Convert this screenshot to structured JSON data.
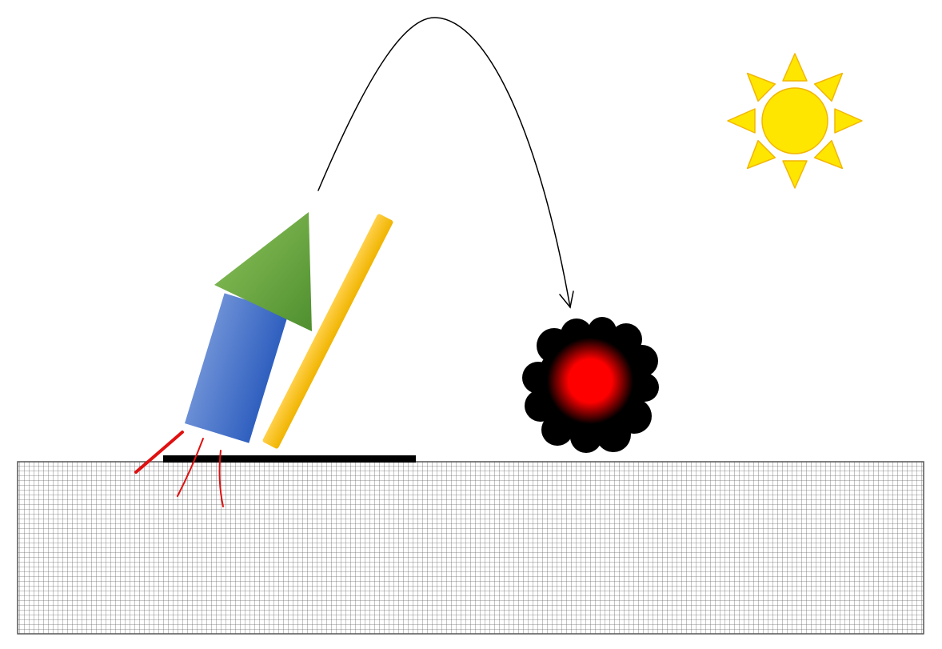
{
  "scene": {
    "elements": [
      {
        "name": "trajectory-arrow",
        "icon": "curved-arrow-icon"
      },
      {
        "name": "rocket-body",
        "icon": "rectangle-icon",
        "color": "#3f6fc9"
      },
      {
        "name": "rocket-nose-cone",
        "icon": "triangle-icon",
        "color": "#5e9e3b"
      },
      {
        "name": "launch-rail",
        "icon": "bar-icon",
        "color": "#f5bd1f"
      },
      {
        "name": "launch-base",
        "icon": "platform-icon",
        "color": "#000000"
      },
      {
        "name": "exhaust-flames",
        "icon": "flame-icon",
        "color": "#e01010"
      },
      {
        "name": "explosion",
        "icon": "explosion-icon",
        "colors": [
          "#ff0000",
          "#000000"
        ]
      },
      {
        "name": "sun",
        "icon": "sun-icon",
        "color": "#ffe600"
      },
      {
        "name": "ground",
        "icon": "grid-icon",
        "color": "#6b6b6b"
      }
    ]
  }
}
